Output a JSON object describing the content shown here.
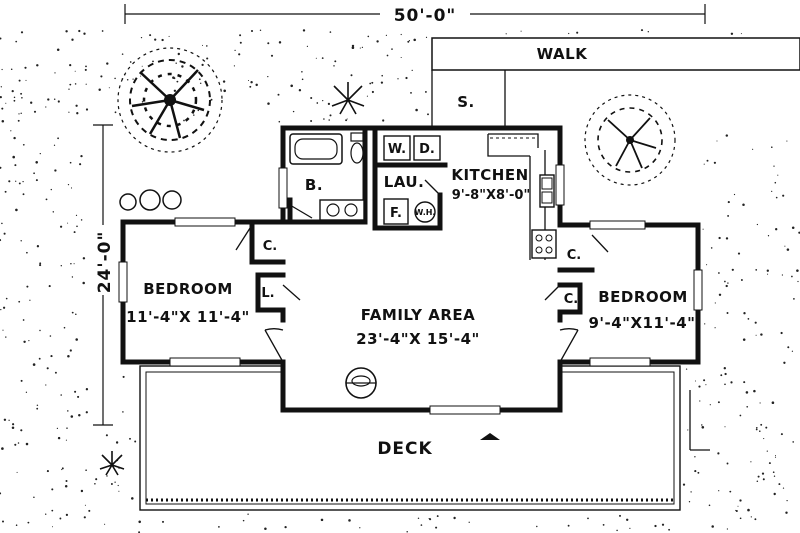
{
  "dimensions": {
    "overall_width": "50'-0\"",
    "overall_depth": "24'-0\""
  },
  "exterior": {
    "walk": "WALK",
    "storage": "S.",
    "deck": "DECK"
  },
  "rooms": {
    "bath": "B.",
    "washer": "W.",
    "dryer": "D.",
    "laundry": "LAU.",
    "furnace": "F.",
    "water_heater": "W.H.",
    "kitchen_name": "KITCHEN",
    "kitchen_size": "9'-8\"X8'-0\"",
    "bedroom_left_name": "BEDROOM",
    "bedroom_left_size": "11'-4\"X 11'-4\"",
    "closet_left": "C.",
    "linen": "L.",
    "family_name": "FAMILY AREA",
    "family_size": "23'-4\"X 15'-4\"",
    "closet_right_top": "C.",
    "closet_right_bottom": "C.",
    "bedroom_right_name": "BEDROOM",
    "bedroom_right_size": "9'-4\"X11'-4\""
  }
}
